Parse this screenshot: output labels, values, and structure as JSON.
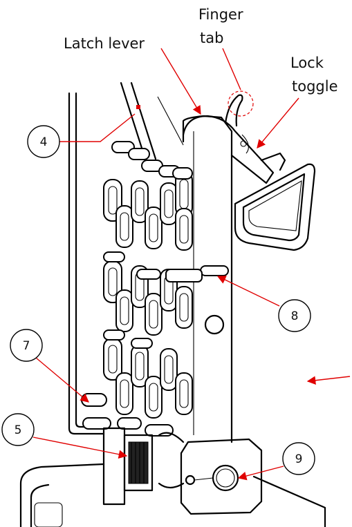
{
  "labels": {
    "latch_lever": "Latch lever",
    "finger_tab_line1": "Finger",
    "finger_tab_line2": "tab",
    "lock_toggle_line1": "Lock",
    "lock_toggle_line2": "toggle"
  },
  "callouts": [
    "4",
    "7",
    "5",
    "8",
    "9"
  ],
  "colors": {
    "leader": "#e00000",
    "ink": "#000000",
    "background": "#ffffff"
  }
}
